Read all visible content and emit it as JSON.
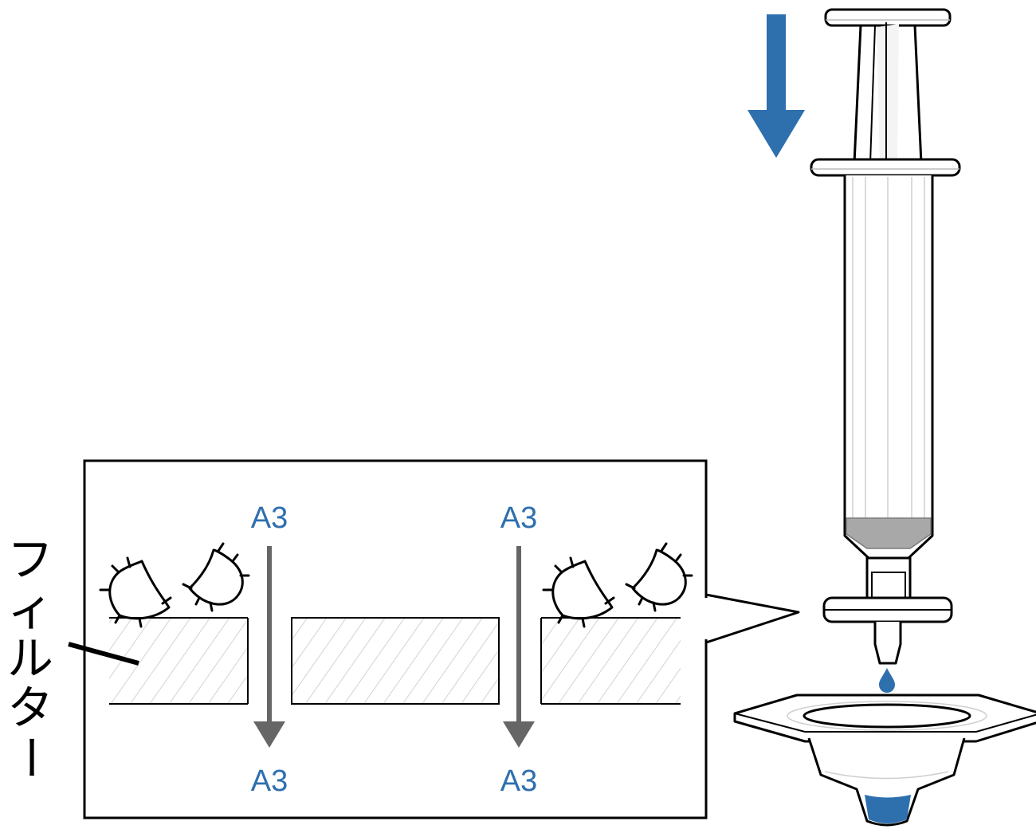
{
  "colors": {
    "accent_blue": "#2e6fae",
    "arrow_gray": "#666666",
    "hatch_gray": "#c4c4c4",
    "liquid_blue": "#2e6fae",
    "plunger_gray": "#a8a8a8"
  },
  "labels": {
    "filter": "フィルター",
    "flow_top_left": "A3",
    "flow_top_right": "A3",
    "flow_bottom_left": "A3",
    "flow_bottom_right": "A3"
  },
  "icons": {
    "push_arrow": "arrow-down-icon",
    "syringe": "syringe-icon",
    "syringe_filter": "syringe-filter-icon",
    "collection_cup": "collection-cup-icon",
    "droplet": "droplet-icon",
    "particle": "particle-icon"
  }
}
